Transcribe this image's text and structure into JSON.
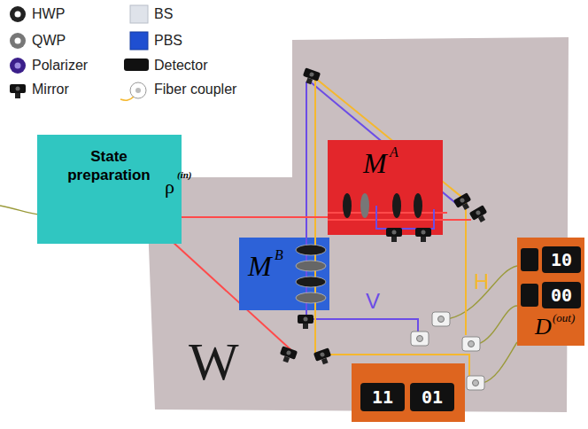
{
  "diagram": {
    "nodes": [
      {
        "text": [
          "State preparation"
        ]
      },
      {
        "text": [
          "W"
        ]
      },
      {
        "text": [
          "M",
          "A"
        ],
        "in": 1
      },
      {
        "text": [
          "M",
          "B"
        ],
        "in": 1
      },
      {
        "text": [
          "10",
          "00",
          "D",
          "(out)"
        ]
      },
      {
        "text": [
          "11",
          "01"
        ]
      }
    ],
    "edges": [
      {
        "from": 0,
        "to": 2,
        "arrow": "none"
      }
    ],
    "labels": [
      "ρ",
      "(in)",
      "H",
      "V"
    ],
    "legend": [
      {
        "text": "HWP"
      },
      {
        "text": "QWP"
      },
      {
        "text": "Polarizer"
      },
      {
        "text": "Mirror"
      },
      {
        "text": "BS"
      },
      {
        "text": "PBS"
      },
      {
        "text": "Detector"
      },
      {
        "text": "Fiber coupler"
      }
    ]
  }
}
